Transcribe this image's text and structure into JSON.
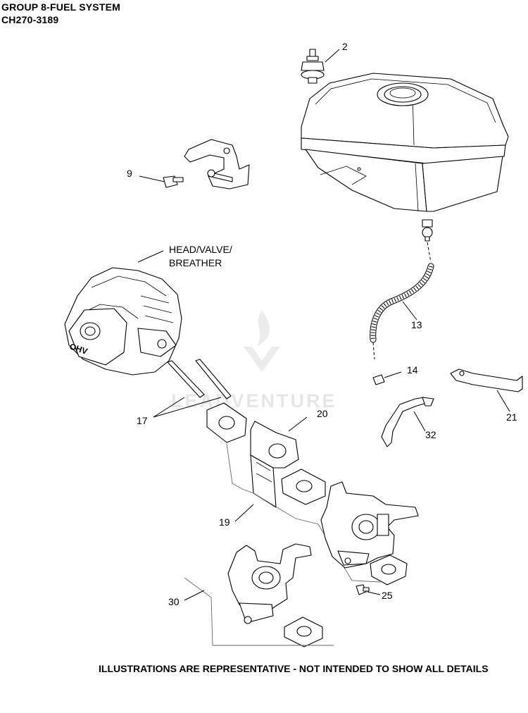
{
  "header": {
    "title": "GROUP 8-FUEL SYSTEM",
    "model_code": "CH270-3189"
  },
  "watermark": "LEADVENTURE",
  "callouts": {
    "c2": "2",
    "c9": "9",
    "c13": "13",
    "c14": "14",
    "c17": "17",
    "c19": "19",
    "c20": "20",
    "c21": "21",
    "c25": "25",
    "c30": "30",
    "c32": "32"
  },
  "assembly_label": {
    "line1": "HEAD/VALVE/",
    "line2": "BREATHER"
  },
  "engine_logo": "OHV",
  "disclaimer": "ILLUSTRATIONS ARE REPRESENTATIVE - NOT INTENDED TO SHOW ALL DETAILS"
}
